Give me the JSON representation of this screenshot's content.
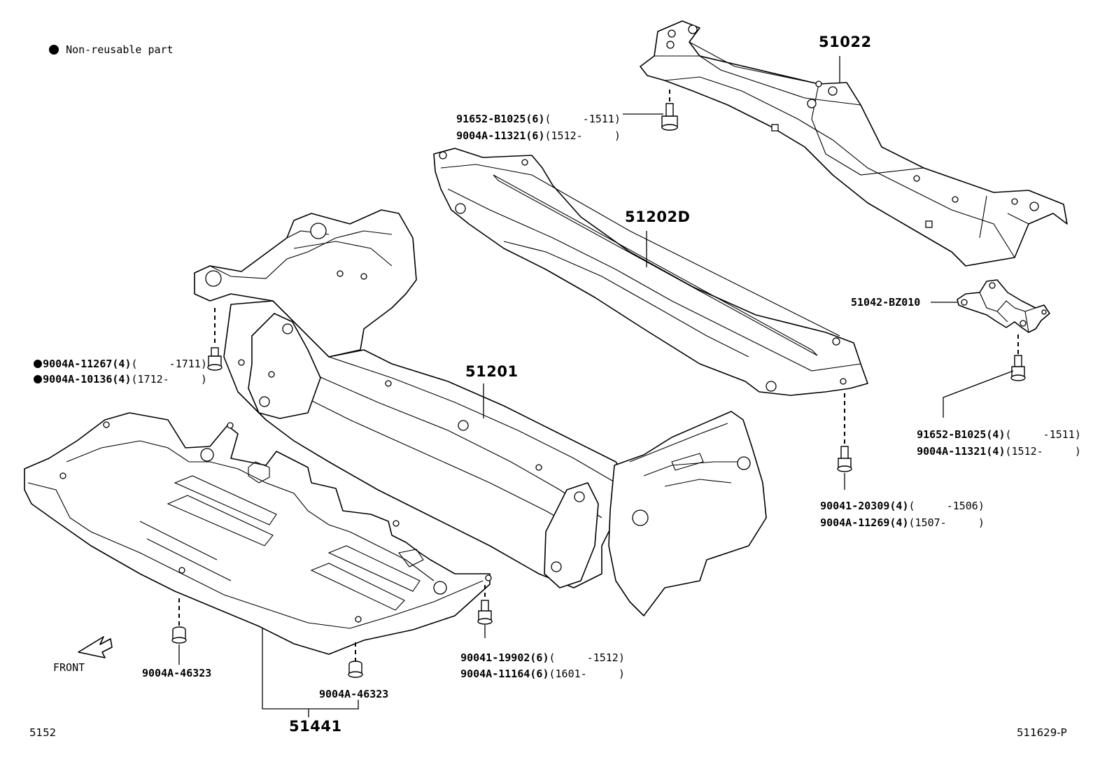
{
  "legend": {
    "text": "Non-reusable part"
  },
  "front_label": "FRONT",
  "page_code_left": "5152",
  "page_code_right": "511629-P",
  "parts": {
    "p51022": "51022",
    "p51202d": "51202D",
    "p51201": "51201",
    "p51441": "51441",
    "p51042": "51042-BZ010"
  },
  "fasteners": {
    "f1_a": {
      "num": "91652-B1025(6)",
      "range": "(     -1511)"
    },
    "f1_b": {
      "num": "9004A-11321(6)",
      "range": "(1512-     )"
    },
    "f2_a": {
      "num": "9004A-11267(4)",
      "range": "(     -1711)"
    },
    "f2_b": {
      "num": "9004A-10136(4)",
      "range": "(1712-     )"
    },
    "f3_a": {
      "num": "91652-B1025(4)",
      "range": "(     -1511)"
    },
    "f3_b": {
      "num": "9004A-11321(4)",
      "range": "(1512-     )"
    },
    "f4_a": {
      "num": "90041-20309(4)",
      "range": "(     -1506)"
    },
    "f4_b": {
      "num": "9004A-11269(4)",
      "range": "(1507-     )"
    },
    "f5_a": {
      "num": "90041-19902(6)",
      "range": "(     -1512)"
    },
    "f5_b": {
      "num": "9004A-11164(6)",
      "range": "(1601-     )"
    },
    "f6": "9004A-46323",
    "f7": "9004A-46323"
  }
}
